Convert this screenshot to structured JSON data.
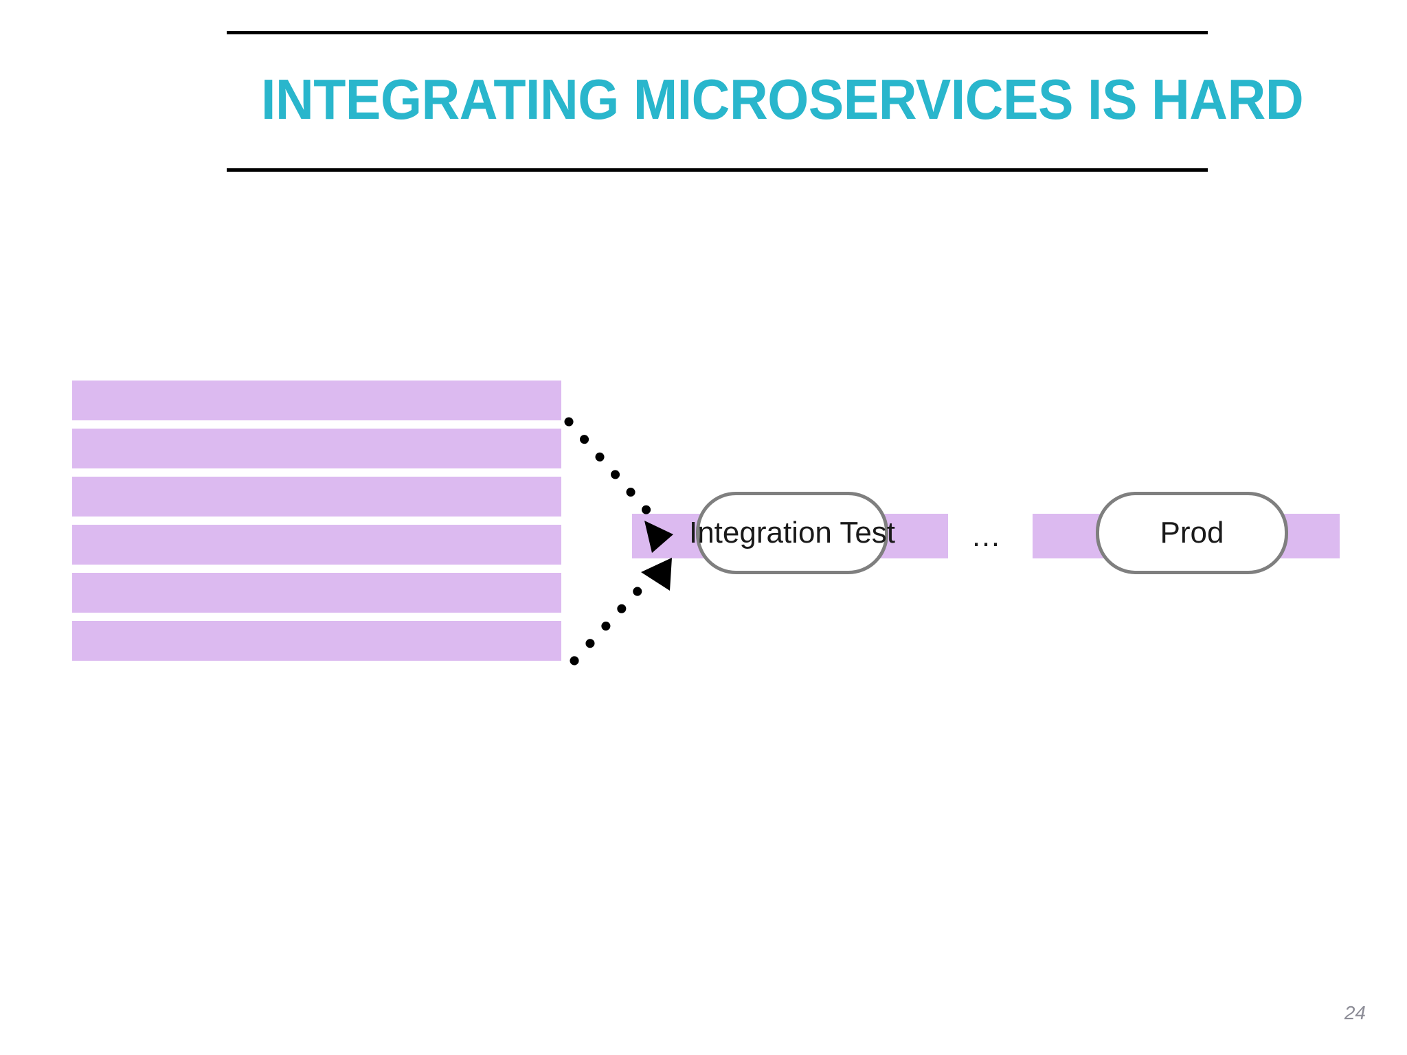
{
  "slide": {
    "title": "INTEGRATING MICROSERVICES IS HARD",
    "page_number": "24",
    "background_color": "#FFFFFF",
    "title_color": "#29B6CC",
    "rule_color": "#000000",
    "page_number_color": "#8C8C96"
  },
  "diagram": {
    "type": "pipeline",
    "service_bar_color": "#DCBAF0",
    "stage_border_color": "#7F7F7F",
    "stage_fill_color": "#FFFFFF",
    "arrow_color": "#000000",
    "arrow_style": "dotted",
    "service_bars": [
      {
        "id": "service-bar-1",
        "label": ""
      },
      {
        "id": "service-bar-2",
        "label": ""
      },
      {
        "id": "service-bar-3",
        "label": ""
      },
      {
        "id": "service-bar-4",
        "label": ""
      },
      {
        "id": "service-bar-5",
        "label": ""
      },
      {
        "id": "service-bar-6",
        "label": ""
      }
    ],
    "stages": [
      {
        "id": "integration-test",
        "label": "Integration Test"
      },
      {
        "id": "prod",
        "label": "Prod"
      }
    ],
    "ellipsis": "…",
    "arrows": [
      {
        "id": "arrow-top",
        "from": "service-bar-1",
        "to": "integration-test"
      },
      {
        "id": "arrow-bottom",
        "from": "service-bar-6",
        "to": "integration-test"
      }
    ]
  }
}
